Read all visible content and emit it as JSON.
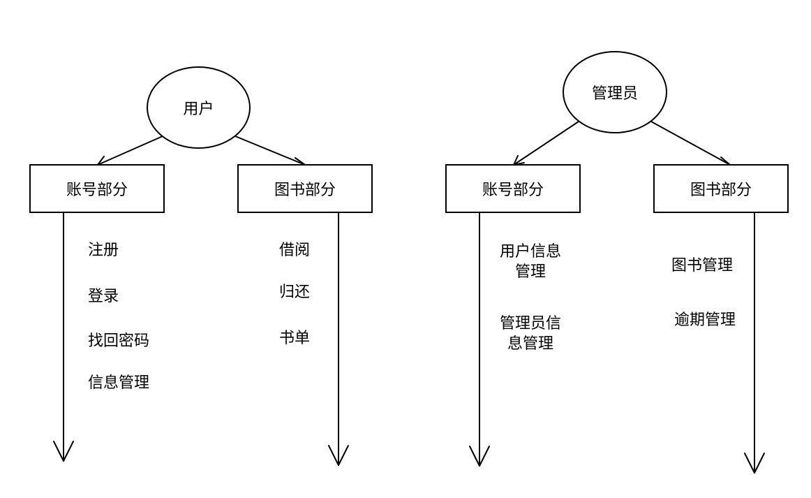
{
  "user": {
    "title": "用户",
    "account": {
      "title": "账号部分",
      "items": [
        "注册",
        "登录",
        "找回密码",
        "信息管理"
      ]
    },
    "books": {
      "title": "图书部分",
      "items": [
        "借阅",
        "归还",
        "书单"
      ]
    }
  },
  "admin": {
    "title": "管理员",
    "account": {
      "title": "账号部分",
      "items": [
        [
          "用户信息",
          "管理"
        ],
        [
          "管理员信",
          "息管理"
        ]
      ]
    },
    "books": {
      "title": "图书部分",
      "items": [
        "图书管理",
        "逾期管理"
      ]
    }
  }
}
